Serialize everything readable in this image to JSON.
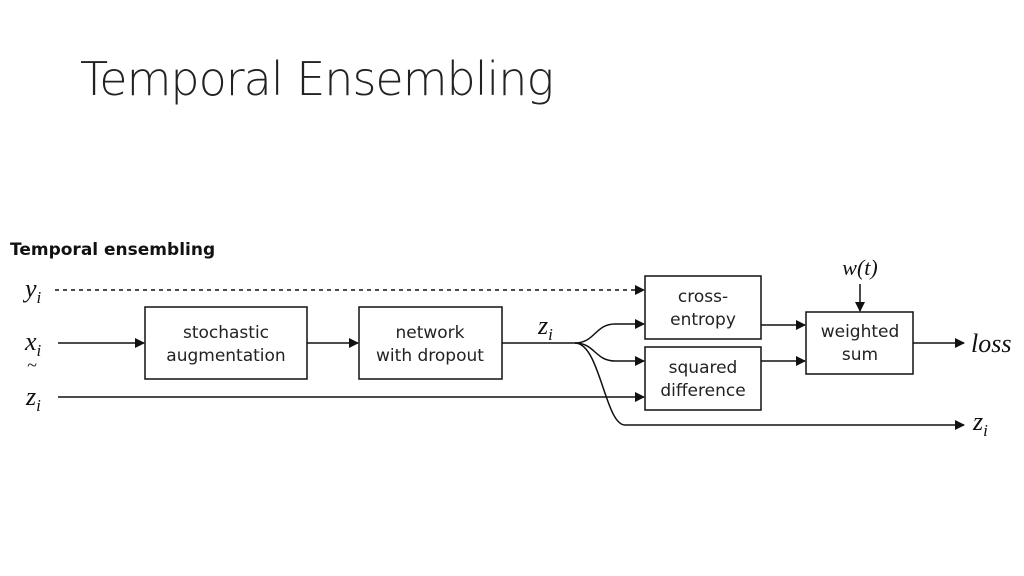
{
  "slide": {
    "title": "Temporal Ensembling",
    "diagram_title": "Temporal ensembling"
  },
  "diagram": {
    "inputs": {
      "y": {
        "base": "y",
        "sub": "i"
      },
      "x": {
        "base": "x",
        "sub": "i"
      },
      "z_tilde": {
        "base": "z",
        "tilde": "~",
        "sub": "i"
      }
    },
    "boxes": {
      "augmentation": [
        "stochastic",
        "augmentation"
      ],
      "network": [
        "network",
        "with dropout"
      ],
      "cross_entropy": [
        "cross-",
        "entropy"
      ],
      "squared_difference": [
        "squared",
        "difference"
      ],
      "weighted_sum": [
        "weighted",
        "sum"
      ]
    },
    "labels": {
      "z_mid": {
        "base": "z",
        "sub": "i"
      },
      "weight": "w(t)",
      "loss": "loss",
      "z_out": {
        "base": "z",
        "sub": "i"
      }
    }
  }
}
